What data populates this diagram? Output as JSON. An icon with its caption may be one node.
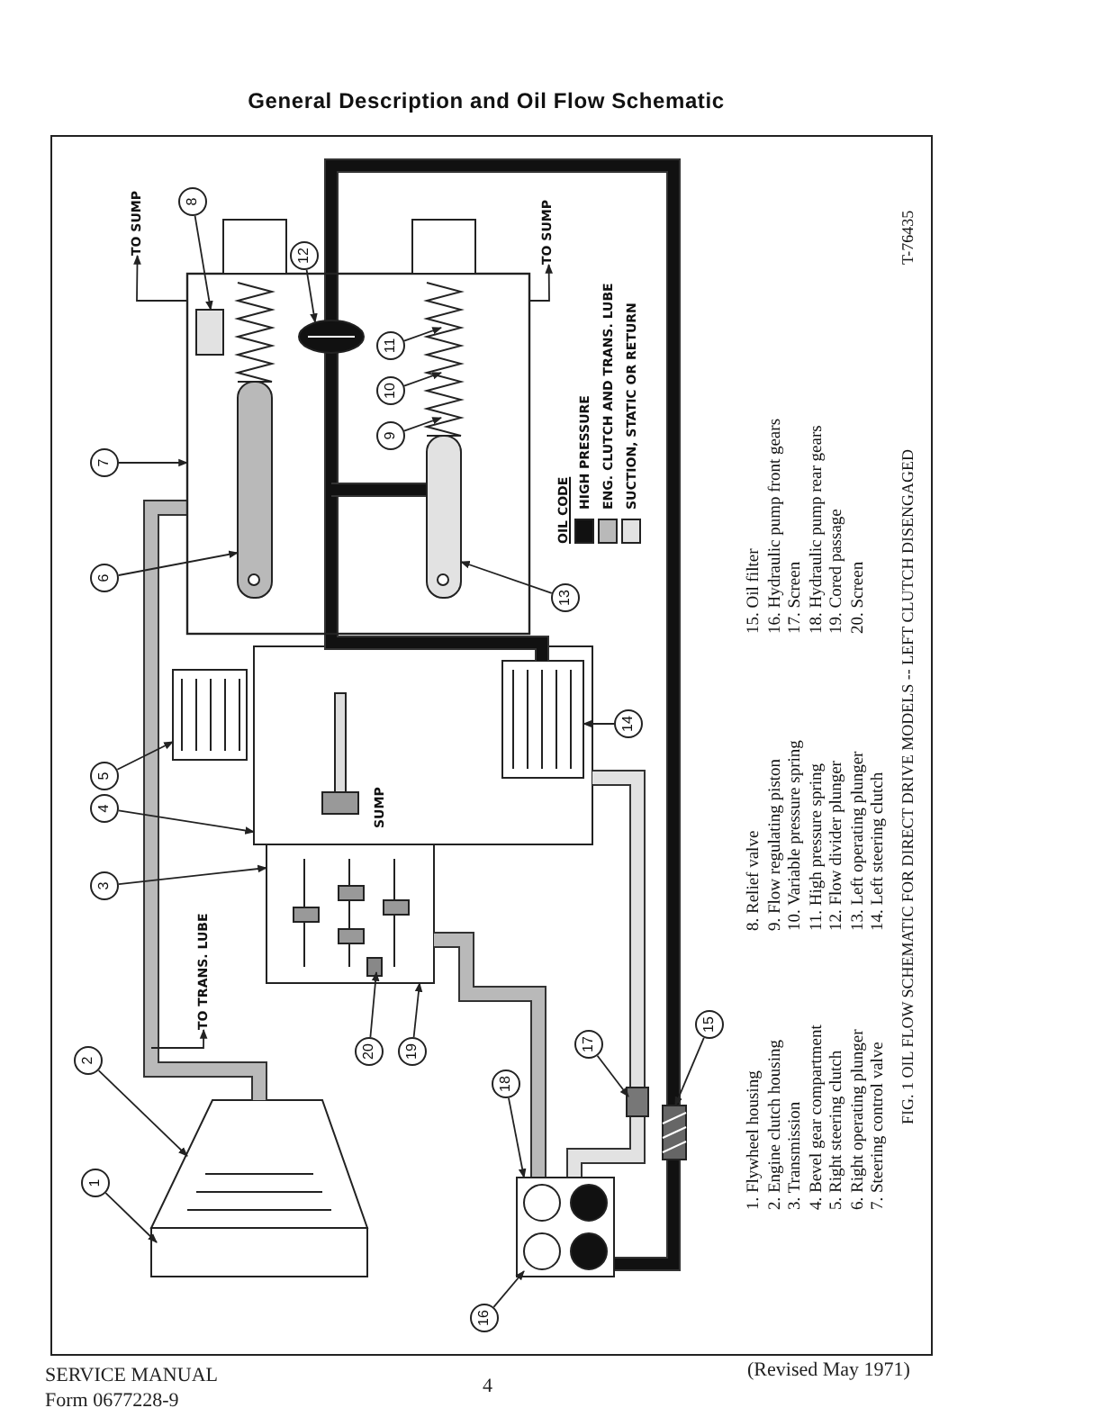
{
  "diagram": {
    "title": "General Description and Oil Flow Schematic",
    "caption": "FIG. 1 OIL FLOW SCHEMATIC FOR DIRECT DRIVE MODELS -- LEFT CLUTCH DISENGAGED",
    "nodes": [
      {
        "text": [
          "1"
        ]
      },
      {
        "text": [
          "2"
        ]
      },
      {
        "text": [
          "3"
        ]
      },
      {
        "text": [
          "4"
        ]
      },
      {
        "text": [
          "5"
        ]
      },
      {
        "text": [
          "6"
        ]
      },
      {
        "text": [
          "7"
        ]
      },
      {
        "text": [
          "8"
        ]
      },
      {
        "text": [
          "9"
        ]
      },
      {
        "text": [
          "10"
        ]
      },
      {
        "text": [
          "11"
        ]
      },
      {
        "text": [
          "12"
        ]
      },
      {
        "text": [
          "13"
        ]
      },
      {
        "text": [
          "14"
        ]
      },
      {
        "text": [
          "15"
        ]
      },
      {
        "text": [
          "16"
        ]
      },
      {
        "text": [
          "17"
        ]
      },
      {
        "text": [
          "18"
        ]
      },
      {
        "text": [
          "19"
        ]
      },
      {
        "text": [
          "20"
        ]
      },
      {
        "text": [
          "TO SUMP"
        ]
      },
      {
        "text": [
          "TO SUMP"
        ]
      },
      {
        "text": [
          "TO TRANS. LUBE"
        ]
      }
    ],
    "edges": [
      {
        "from": 0,
        "to": null,
        "arrow": "to"
      },
      {
        "from": 1,
        "to": null,
        "arrow": "to"
      },
      {
        "from": 2,
        "to": null,
        "arrow": "to"
      },
      {
        "from": 3,
        "to": null,
        "arrow": "to"
      },
      {
        "from": 4,
        "to": null,
        "arrow": "to"
      },
      {
        "from": 5,
        "to": null,
        "arrow": "to"
      },
      {
        "from": 6,
        "to": null,
        "arrow": "to"
      },
      {
        "from": 7,
        "to": null,
        "arrow": "to"
      },
      {
        "from": 8,
        "to": null,
        "arrow": "to"
      },
      {
        "from": 9,
        "to": null,
        "arrow": "to"
      },
      {
        "from": 10,
        "to": null,
        "arrow": "to"
      },
      {
        "from": 11,
        "to": null,
        "arrow": "to"
      },
      {
        "from": 12,
        "to": null,
        "arrow": "to"
      },
      {
        "from": 13,
        "to": null,
        "arrow": "to"
      },
      {
        "from": 14,
        "to": null,
        "arrow": "to"
      },
      {
        "from": 15,
        "to": null,
        "arrow": "to"
      },
      {
        "from": 16,
        "to": null,
        "arrow": "to"
      },
      {
        "from": 17,
        "to": null,
        "arrow": "to"
      },
      {
        "from": 18,
        "to": null,
        "arrow": "to"
      },
      {
        "from": 19,
        "to": null,
        "arrow": "to"
      },
      {
        "from": null,
        "to": 20,
        "arrow": "to"
      },
      {
        "from": null,
        "to": 21,
        "arrow": "to"
      },
      {
        "from": null,
        "to": 22,
        "arrow": "to"
      }
    ],
    "labels": [
      "SUMP",
      "OIL CODE",
      "1. Flywheel housing",
      "2. Engine clutch housing",
      "3. Transmission",
      "4. Bevel gear compartment",
      "5. Right steering clutch",
      "6. Right operating plunger",
      "7. Steering control valve",
      "8. Relief valve",
      "9. Flow regulating piston",
      "10. Variable pressure spring",
      "11. High pressure spring",
      "12. Flow divider plunger",
      "13. Left operating plunger",
      "14. Left steering clutch",
      "15. Oil filter",
      "16. Hydraulic pump front gears",
      "17. Screen",
      "18. Hydraulic pump rear gears",
      "19. Cored passage",
      "20. Screen",
      "T-76435",
      "SERVICE MANUAL",
      "Form 0677228-9",
      "4",
      "(Revised May 1971)"
    ],
    "legend": [
      {
        "text": "HIGH PRESSURE",
        "color": "#111111"
      },
      {
        "text": "ENG. CLUTCH AND TRANS. LUBE",
        "color": "#b9b9b9"
      },
      {
        "text": "SUCTION, STATIC OR RETURN",
        "color": "#e2e2e2"
      }
    ]
  }
}
